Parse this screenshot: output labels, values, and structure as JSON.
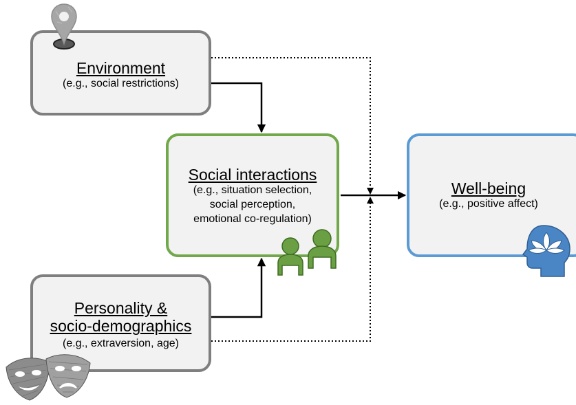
{
  "environment": {
    "title": "Environment",
    "subtitle": "(e.g., social restrictions)"
  },
  "personality": {
    "title_line1": "Personality &",
    "title_line2": "socio-demographics",
    "subtitle": "(e.g., extraversion, age)"
  },
  "social_interactions": {
    "title": "Social interactions",
    "subtitle_line1": "(e.g., situation selection,",
    "subtitle_line2": "social perception,",
    "subtitle_line3": "emotional co-regulation)"
  },
  "wellbeing": {
    "title": "Well-being",
    "subtitle": "(e.g., positive affect)"
  },
  "icons": {
    "environment": "location-pin-icon",
    "personality": "theater-masks-icon",
    "social": "people-icon",
    "wellbeing": "lotus-head-icon"
  },
  "colors": {
    "neutral_border": "#7f7f7f",
    "social_border": "#70a84a",
    "wellbeing_border": "#5b9bd5",
    "box_fill": "#f2f2f2"
  }
}
